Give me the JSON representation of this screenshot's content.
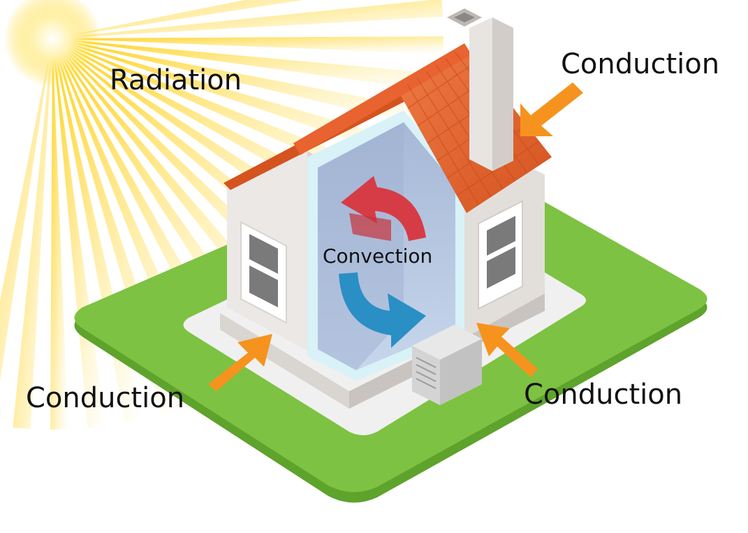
{
  "labels": {
    "radiation": "Radiation",
    "convection": "Convection",
    "conduction_roof": "Conduction",
    "conduction_left": "Conduction",
    "conduction_right": "Conduction"
  },
  "colors": {
    "sun": "#ffd200",
    "lawn": "#7dc242",
    "lawn_edge": "#5ea32c",
    "path": "#eeeeee",
    "wall": "#e7e4e1",
    "wall_shadow": "#cfcac6",
    "roof": "#e8632f",
    "roof_dark": "#c44b1d",
    "interior": "#b9cde6",
    "interior_frame": "#d8f2f8",
    "arrow_hot": "#d63c45",
    "arrow_cold": "#2a8fc4",
    "arrow_conduction": "#f6931e",
    "ac_unit": "#d4d4d4"
  }
}
